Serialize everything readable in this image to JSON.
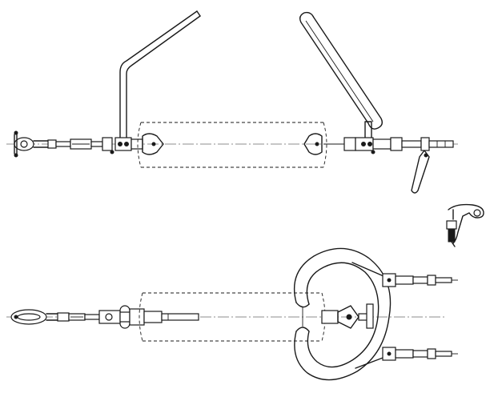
{
  "colors": {
    "line": "#1a1a1a",
    "background": "#ffffff",
    "shading": "#888888"
  },
  "views": [
    {
      "id": "top",
      "kind": "side-elevation"
    },
    {
      "id": "bottom",
      "kind": "plan-view-with-grading-ring"
    }
  ]
}
